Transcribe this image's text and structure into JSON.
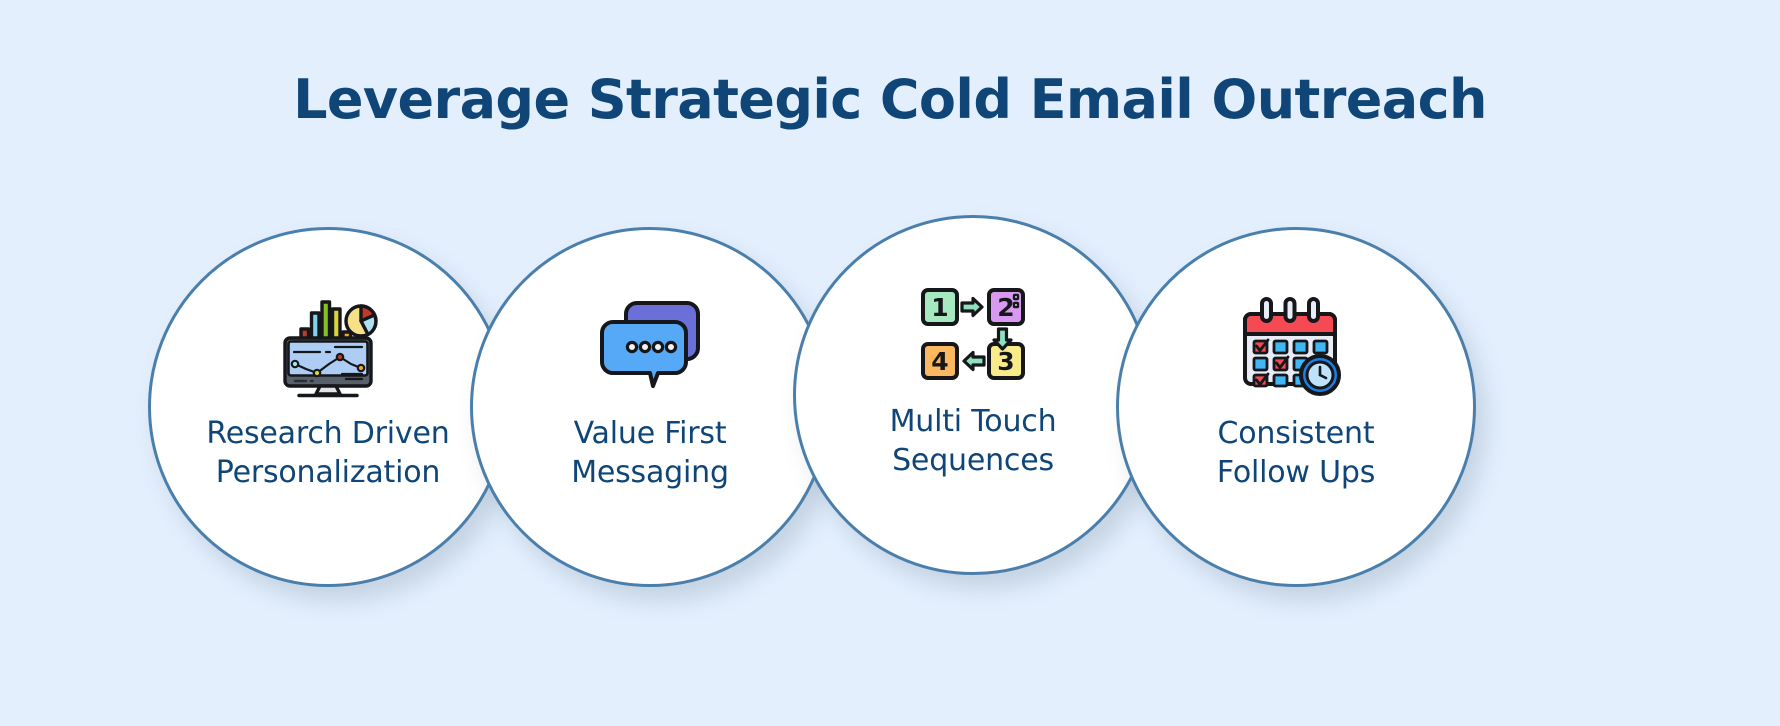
{
  "page": {
    "background_color": "#e3effd",
    "accent_color": "#0f4677",
    "circle_border_color": "#4a7fab",
    "circle_fill_color": "#ffffff"
  },
  "header": {
    "title": "Leverage Strategic Cold Email Outreach"
  },
  "cards": [
    {
      "id": "research-driven-personalization",
      "label": "Research Driven\nPersonalization",
      "icon": "analytics-monitor-icon",
      "icon_colors": {
        "screen": "#aecdf5",
        "bezel": "#57606b",
        "bar_red": "#c0392b",
        "bar_lightblue": "#7fd4ea",
        "bar_green": "#86c023",
        "bar_olive": "#d8d43a",
        "bar_orange": "#f5a623",
        "pie_yellow": "#f7e08a",
        "pie_red": "#c0392b",
        "pie_blue": "#aee0f2"
      }
    },
    {
      "id": "value-first-messaging",
      "label": "Value First\nMessaging",
      "icon": "speech-bubbles-icon",
      "icon_colors": {
        "back_bubble": "#6b6fd8",
        "front_bubble": "#56a9f7",
        "dots": "#f2f2f2"
      }
    },
    {
      "id": "multi-touch-sequences",
      "label": "Multi Touch\nSequences",
      "icon": "numbered-sequence-flow-icon",
      "steps": [
        "1",
        "2",
        "3",
        "4"
      ],
      "icon_colors": {
        "step1": "#a6e8bf",
        "step2": "#d79af0",
        "step3": "#faeb8a",
        "step4": "#fbb861",
        "arrow": "#8fe0bd"
      }
    },
    {
      "id": "consistent-follow-ups",
      "label": "Consistent\nFollow Ups",
      "icon": "calendar-clock-icon",
      "icon_colors": {
        "header": "#f54a53",
        "body": "#e8ecf7",
        "cell_blue": "#41b6f5",
        "cell_check": "#f54a53",
        "clock_ring": "#1f7fe0",
        "clock_face": "#bfe2fa"
      }
    }
  ]
}
